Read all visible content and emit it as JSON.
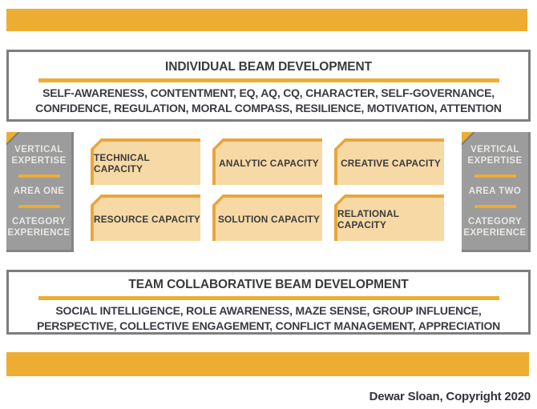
{
  "colors": {
    "accent_orange": "#EDAD32",
    "capacity_border": "#E9A63C",
    "capacity_fill": "#F6D9A5",
    "sidebar_gray": "#9C9C9C",
    "panel_border_gray": "#7E7E7E",
    "dark_text": "#3B3B3B",
    "sidebar_text": "#E8E8E5"
  },
  "individual_panel": {
    "title": "INDIVIDUAL BEAM DEVELOPMENT",
    "line1": "SELF-AWARENESS, CONTENTMENT, EQ, AQ, CQ, CHARACTER, SELF-GOVERNANCE,",
    "line2": "CONFIDENCE, REGULATION, MORAL COMPASS, RESILIENCE, MOTIVATION, ATTENTION"
  },
  "left_sidebar": {
    "top": "VERTICAL EXPERTISE",
    "middle": "AREA ONE",
    "bottom": "CATEGORY EXPERIENCE"
  },
  "right_sidebar": {
    "top": "VERTICAL EXPERTISE",
    "middle": "AREA TWO",
    "bottom": "CATEGORY EXPERIENCE"
  },
  "capacities": [
    "TECHNICAL CAPACITY",
    "ANALYTIC CAPACITY",
    "CREATIVE CAPACITY",
    "RESOURCE CAPACITY",
    "SOLUTION CAPACITY",
    "RELATIONAL CAPACITY"
  ],
  "team_panel": {
    "title": "TEAM COLLABORATIVE BEAM DEVELOPMENT",
    "line1": "SOCIAL INTELLIGENCE, ROLE AWARENESS, MAZE SENSE, GROUP INFLUENCE,",
    "line2": "PERSPECTIVE, COLLECTIVE ENGAGEMENT, CONFLICT MANAGEMENT, APPRECIATION"
  },
  "footer": {
    "credit": "Dewar Sloan, Copyright 2020"
  }
}
